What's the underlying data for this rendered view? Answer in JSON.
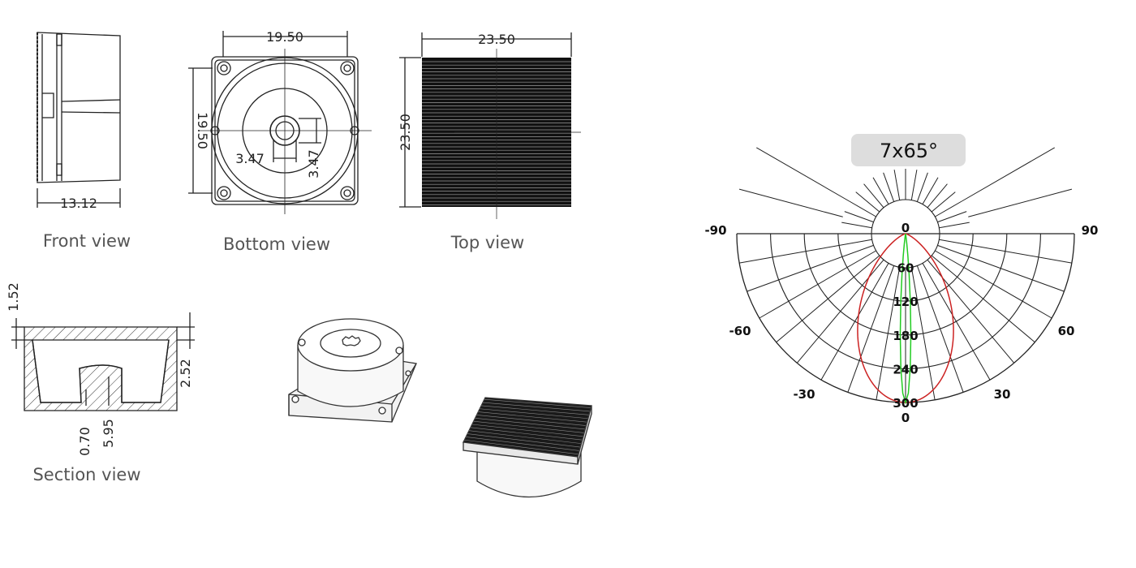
{
  "views": {
    "front": {
      "label": "Front view",
      "width_dim": "13.12"
    },
    "bottom": {
      "label": "Bottom view",
      "width_dim": "19.50",
      "height_dim": "19.50",
      "inner_w_dim": "3.47",
      "inner_h_dim": "3.47"
    },
    "top": {
      "label": "Top view",
      "width_dim": "23.50",
      "height_dim": "23.50"
    },
    "section": {
      "label": "Section view",
      "d1": "1.52",
      "d2": "2.52",
      "d3": "0.70",
      "d4": "5.95"
    }
  },
  "beam": {
    "title": "7x65°",
    "angle_labels": {
      "a_m90": "-90",
      "a_90": "90",
      "a_m60": "-60",
      "a_60": "60",
      "a_m30": "-30",
      "a_30": "30",
      "a_0": "0"
    },
    "radial_labels": [
      "0",
      "60",
      "120",
      "180",
      "240",
      "300"
    ],
    "curve_colors": {
      "narrow": "#22cc22",
      "wide": "#cc2222"
    },
    "narrow_half_angle_deg": 3.5,
    "wide_half_angle_deg": 32.5
  }
}
